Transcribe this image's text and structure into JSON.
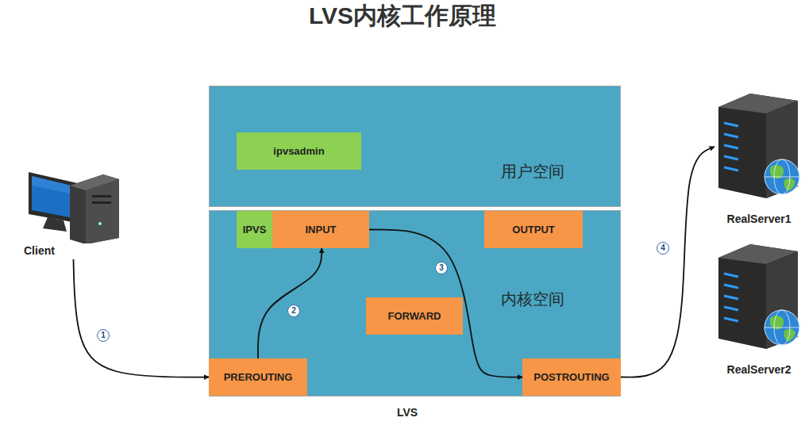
{
  "diagram": {
    "title": "LVS内核工作原理",
    "nodes": [
      {
        "text": [
          "Client"
        ]
      },
      {
        "text": [
          "用户空间"
        ]
      },
      {
        "text": [
          "ipvsadmin"
        ],
        "in": 1
      },
      {
        "text": [
          "内核空间"
        ]
      },
      {
        "text": [
          "IPVS"
        ],
        "in": 3
      },
      {
        "text": [
          "INPUT"
        ],
        "in": 3
      },
      {
        "text": [
          "OUTPUT"
        ],
        "in": 3
      },
      {
        "text": [
          "FORWARD"
        ],
        "in": 3
      },
      {
        "text": [
          "PREROUTING"
        ],
        "in": 3
      },
      {
        "text": [
          "POSTROUTING"
        ],
        "in": 3
      },
      {
        "text": [
          "RealServer1"
        ]
      },
      {
        "text": [
          "RealServer2"
        ]
      }
    ],
    "edges": [
      {
        "from": 0,
        "to": 8,
        "arrow": "to",
        "label": "1"
      },
      {
        "from": 8,
        "to": 5,
        "arrow": "to",
        "label": "2"
      },
      {
        "from": 5,
        "to": 9,
        "arrow": "to",
        "label": "3"
      },
      {
        "from": 9,
        "to": 10,
        "arrow": "to",
        "label": "4"
      }
    ],
    "labels": [
      "LVS"
    ]
  }
}
